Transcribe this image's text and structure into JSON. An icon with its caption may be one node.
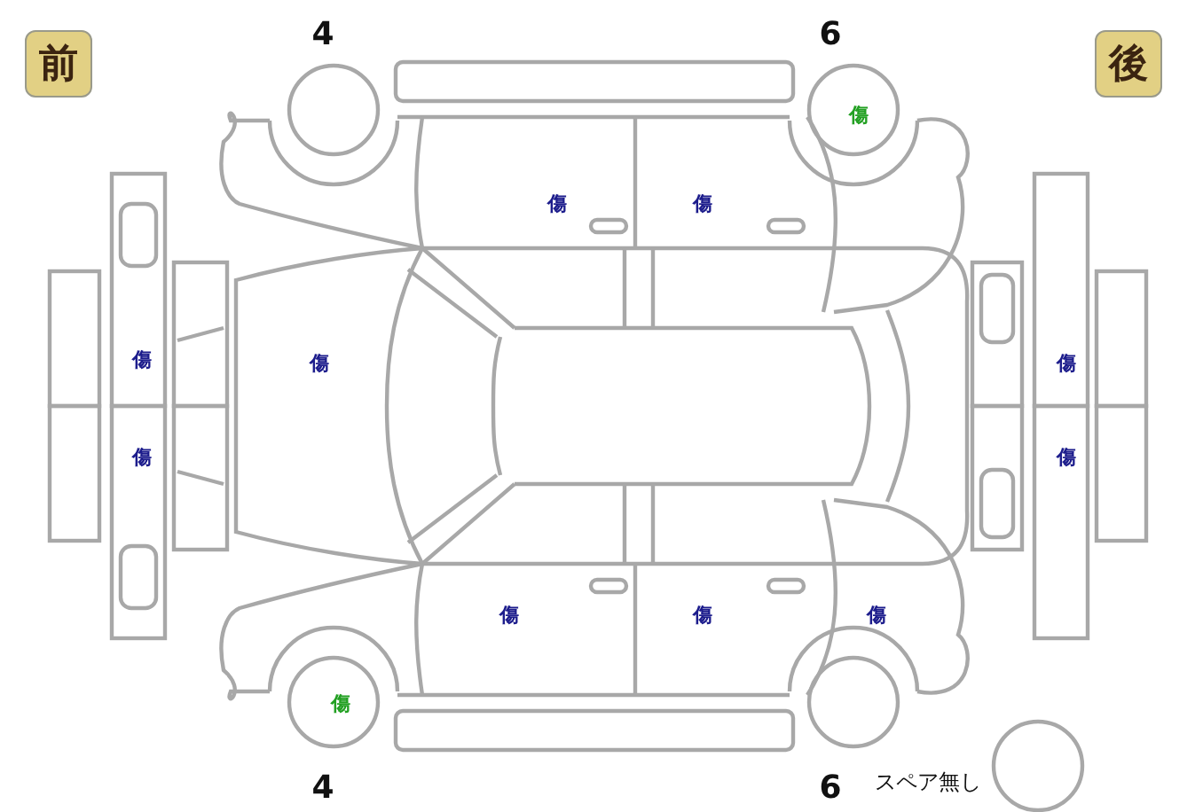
{
  "diagram": {
    "nodes": [
      {
        "text": [
          "前"
        ]
      },
      {
        "text": [
          "後"
        ]
      }
    ],
    "labels": [
      "4",
      "6",
      "傷",
      "傷",
      "傷",
      "傷",
      "傷",
      "傷",
      "傷",
      "傷",
      "傷",
      "傷",
      "傷",
      "傷",
      "4",
      "6",
      "スペア無し"
    ]
  }
}
